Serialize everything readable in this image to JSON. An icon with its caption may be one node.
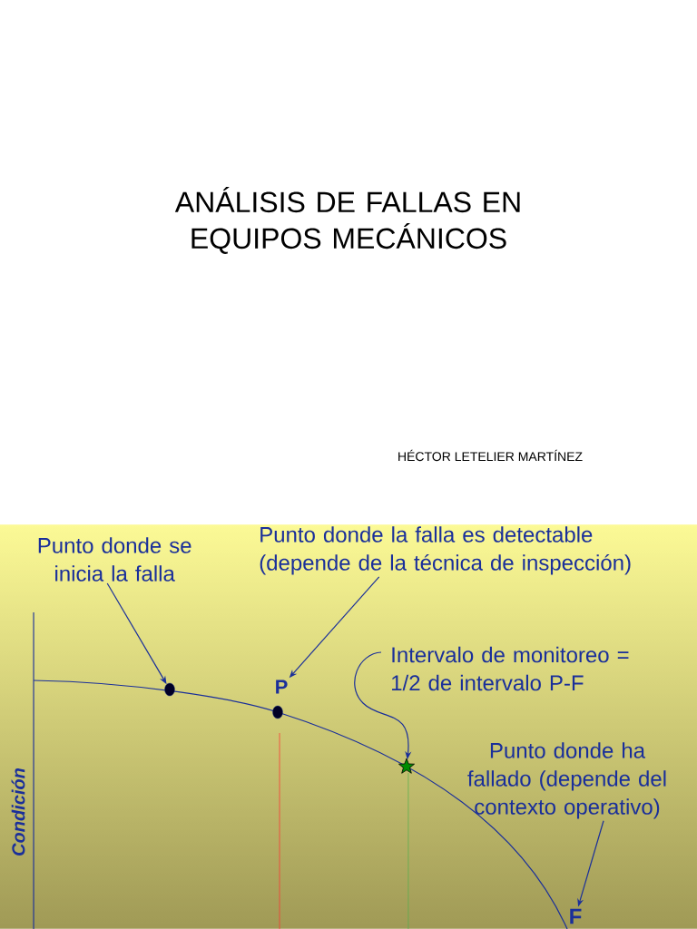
{
  "diagram": {
    "title": "ANÁLISIS DE FALLAS EN EQUIPOS MECÁNICOS",
    "nodes": [
      {
        "text": [
          "Punto donde se inicia la falla"
        ]
      },
      {
        "text": [
          "Punto donde la falla es detectable (depende de la técnica de inspección)"
        ]
      },
      {
        "text": [
          "Intervalo de monitoreo = 1/2 de intervalo P-F"
        ]
      },
      {
        "text": [
          "Punto donde ha fallado (depende del contexto operativo)"
        ]
      },
      {
        "text": [],
        "shape": "circle"
      },
      {
        "text": [
          "P"
        ]
      },
      {
        "text": [],
        "shape": "circle"
      },
      {
        "text": [],
        "shape": "star"
      },
      {
        "text": [
          "F"
        ]
      }
    ],
    "edges": [
      {
        "from": 0,
        "to": 4,
        "arrow": "to"
      },
      {
        "from": 1,
        "to": 5,
        "arrow": "to"
      },
      {
        "from": 2,
        "to": 7,
        "arrow": "to"
      },
      {
        "from": 3,
        "to": 8,
        "arrow": "to"
      }
    ],
    "labels": [
      "HÉCTOR LETELIER MARTÍNEZ",
      "Condición"
    ]
  }
}
